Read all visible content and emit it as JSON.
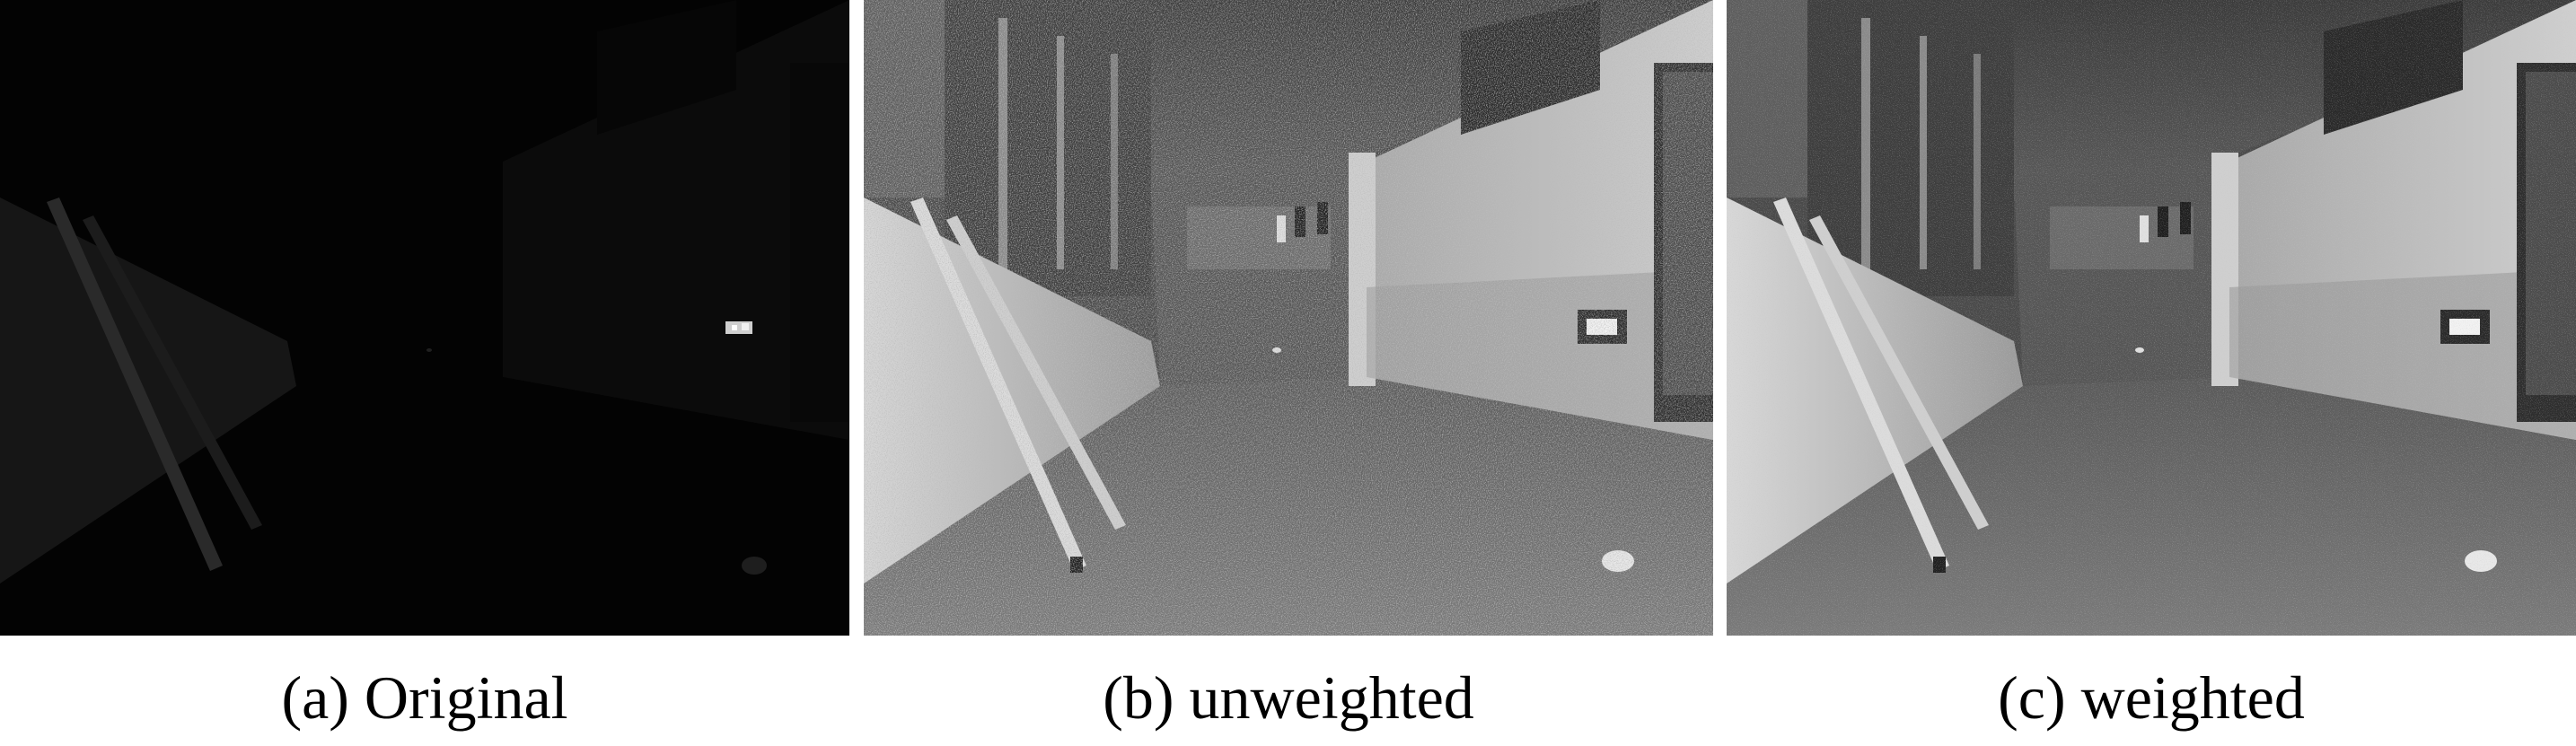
{
  "figure": {
    "panels": [
      {
        "id": "a",
        "caption": "(a) Original"
      },
      {
        "id": "b",
        "caption": "(b) unweighted"
      },
      {
        "id": "c",
        "caption": "(c) weighted"
      }
    ]
  }
}
